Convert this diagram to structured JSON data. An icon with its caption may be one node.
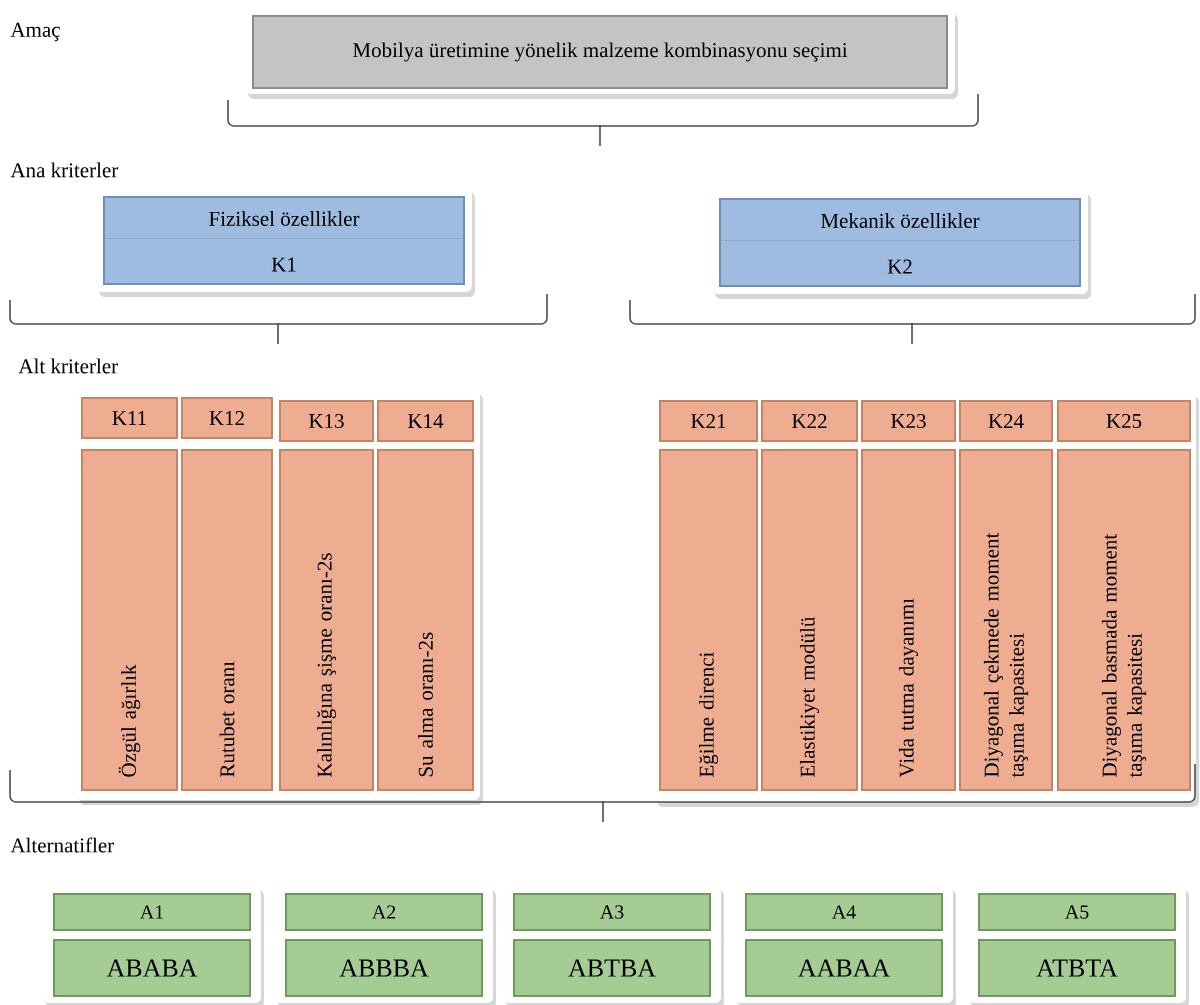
{
  "diagram": {
    "nodes": [
      {
        "text": [
          "Mobilya üretimine yönelik malzeme kombinasyonu seçimi"
        ]
      },
      {
        "text": [
          "Fiziksel özellikler",
          "K1"
        ]
      },
      {
        "text": [
          "Mekanik özellikler",
          "K2"
        ]
      },
      {
        "text": [
          "K11"
        ]
      },
      {
        "text": [
          "K12"
        ]
      },
      {
        "text": [
          "K13"
        ]
      },
      {
        "text": [
          "K14"
        ]
      },
      {
        "text": [
          "Özgül ağırlık"
        ]
      },
      {
        "text": [
          "Rutubet oranı"
        ]
      },
      {
        "text": [
          "Kalınlığına şişme oranı-2s"
        ]
      },
      {
        "text": [
          "Su alma oranı-2s"
        ]
      },
      {
        "text": [
          "K21"
        ]
      },
      {
        "text": [
          "K22"
        ]
      },
      {
        "text": [
          "K23"
        ]
      },
      {
        "text": [
          "K24"
        ]
      },
      {
        "text": [
          "K25"
        ]
      },
      {
        "text": [
          "Eğilme direnci"
        ]
      },
      {
        "text": [
          "Elastikiyet modülü"
        ]
      },
      {
        "text": [
          "Vida tutma dayanımı"
        ]
      },
      {
        "text": [
          "Diyagonal çekmede moment taşıma kapasitesi"
        ]
      },
      {
        "text": [
          "Diyagonal basmada moment taşıma kapasitesi"
        ]
      },
      {
        "text": [
          "A1"
        ]
      },
      {
        "text": [
          "A2"
        ]
      },
      {
        "text": [
          "A3"
        ]
      },
      {
        "text": [
          "A4"
        ]
      },
      {
        "text": [
          "A5"
        ]
      },
      {
        "text": [
          "ABABA"
        ]
      },
      {
        "text": [
          "ABBBA"
        ]
      },
      {
        "text": [
          "ABTBA"
        ]
      },
      {
        "text": [
          "AABAA"
        ]
      },
      {
        "text": [
          "ATBTA"
        ]
      }
    ],
    "labels": [
      "Amaç",
      "Ana kriterler",
      "Alt kriterler",
      "Alternatifler"
    ]
  }
}
